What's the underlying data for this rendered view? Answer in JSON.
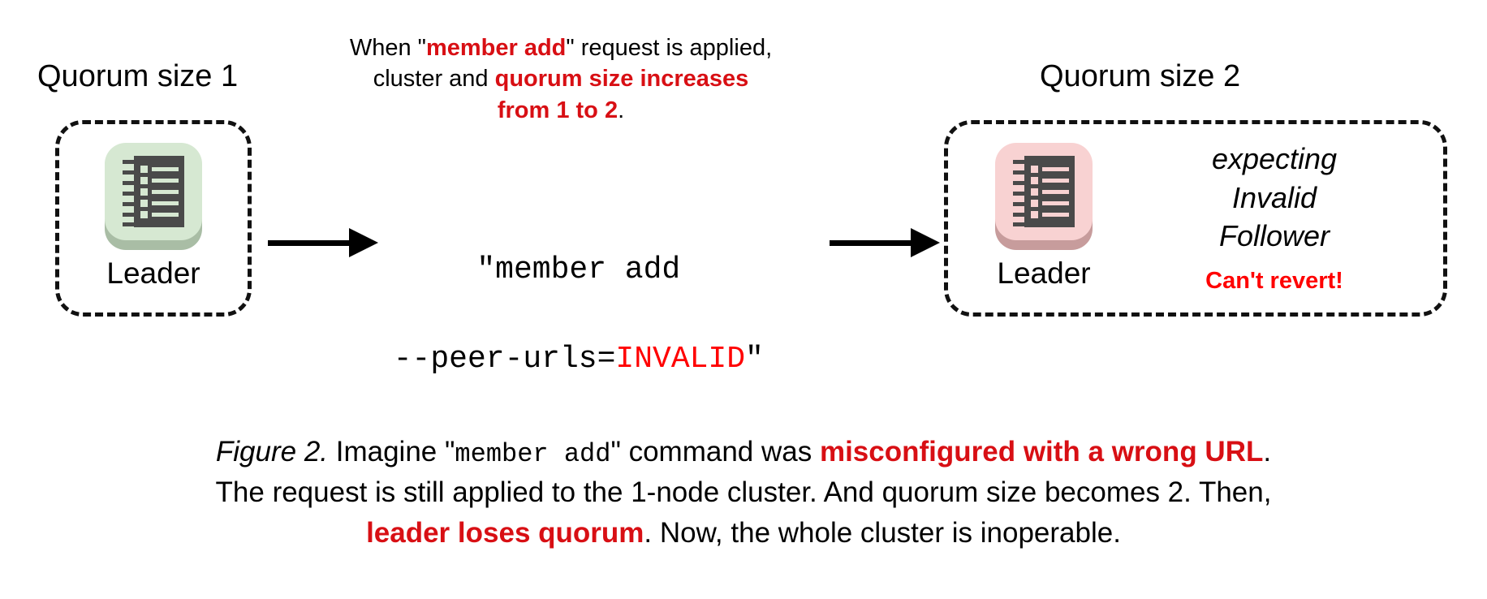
{
  "colors": {
    "accent_red_dark": "#D80F14",
    "accent_red_bright": "#FF0000",
    "leader_ok_bg": "#D6E8D2",
    "leader_ok_shadow": "#A9BDA5",
    "leader_bad_bg": "#F8D2D2",
    "leader_bad_shadow": "#C79C9C",
    "icon_dark": "#4A4A4A",
    "box_stroke": "#111111",
    "page_bg": "#FFFFFF"
  },
  "left_cluster": {
    "title": "Quorum size 1",
    "node": {
      "label": "Leader",
      "icon": "notebook-icon"
    }
  },
  "right_cluster": {
    "title": "Quorum size 2",
    "node": {
      "label": "Leader",
      "icon": "notebook-icon"
    },
    "expecting": {
      "line1": "expecting",
      "line2": "Invalid",
      "line3": "Follower"
    },
    "warning": "Can't revert!"
  },
  "note": {
    "seg1": "When \"",
    "seg2_bold_red": "member add",
    "seg3": "\" request is applied,",
    "seg4": "cluster and ",
    "seg5_bold_red": "quorum size increases",
    "seg6_bold_red": "from 1 to 2",
    "seg7": "."
  },
  "command": {
    "line1": "\"member add",
    "line2_prefix": "--peer-urls=",
    "line2_invalid": "INVALID",
    "line2_suffix": "\""
  },
  "caption": {
    "figure_label": "Figure 2.",
    "c1": " Imagine \"",
    "c2_mono": "member add",
    "c3": "\" command was ",
    "c4_bold_red": "misconfigured with a wrong URL",
    "c5": ".",
    "c6": "The request is still applied to the 1-node cluster. And quorum size becomes 2. Then,",
    "c7_bold_red": "leader loses quorum",
    "c8": ". Now, the whole cluster is inoperable."
  }
}
